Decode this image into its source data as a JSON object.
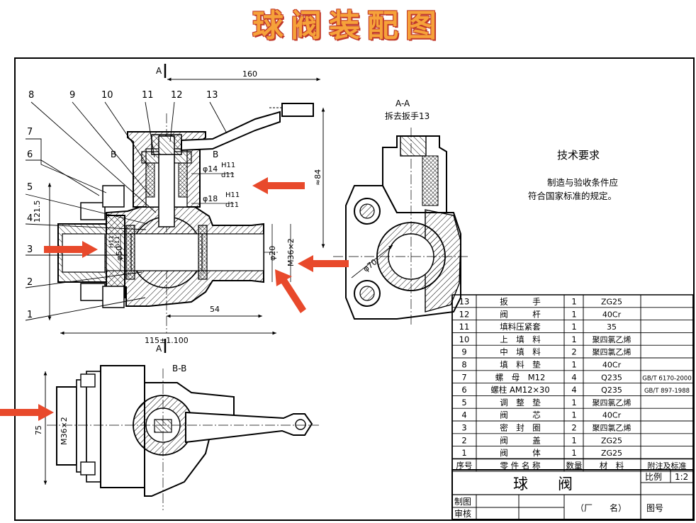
{
  "title": "球阀装配图",
  "part_refs": [
    "1",
    "2",
    "3",
    "4",
    "5",
    "6",
    "7",
    "8",
    "9",
    "10",
    "11",
    "12",
    "13"
  ],
  "dims": {
    "d160": "160",
    "d84": "≈84",
    "d121": "121.5",
    "d54": "54",
    "d115": "115±1.100",
    "d75": "75",
    "phi14": "φ14",
    "phi18": "φ18",
    "h11": "H11",
    "d11": "d11",
    "phi50": "φ50",
    "phi50fit_top": "H11",
    "phi50fit_bot": "h11",
    "phi20": "φ20",
    "m36": "M36×2",
    "phi70": "φ70"
  },
  "section_marks": {
    "a": "A",
    "b": "B",
    "aa": "A-A",
    "bb": "B-B"
  },
  "aa_note": "拆去扳手13",
  "tech": {
    "heading": "技术要求",
    "line1": "制造与验收条件应",
    "line2": "符合国家标准的规定。"
  },
  "bom": [
    {
      "no": "13",
      "name": "扳　　　手",
      "qty": "1",
      "mat": "ZG25",
      "note": ""
    },
    {
      "no": "12",
      "name": "阀　　　杆",
      "qty": "1",
      "mat": "40Cr",
      "note": ""
    },
    {
      "no": "11",
      "name": "填料压紧套",
      "qty": "1",
      "mat": "35",
      "note": ""
    },
    {
      "no": "10",
      "name": "上　填　料",
      "qty": "1",
      "mat": "聚四氯乙烯",
      "note": ""
    },
    {
      "no": "9",
      "name": "中　填　料",
      "qty": "2",
      "mat": "聚四氯乙烯",
      "note": ""
    },
    {
      "no": "8",
      "name": "填　料　垫",
      "qty": "1",
      "mat": "40Cr",
      "note": ""
    },
    {
      "no": "7",
      "name": "螺　母　M12",
      "qty": "4",
      "mat": "Q235",
      "note": "GB/T 6170-2000"
    },
    {
      "no": "6",
      "name": "螺柱 AM12×30",
      "qty": "4",
      "mat": "Q235",
      "note": "GB/T 897-1988"
    },
    {
      "no": "5",
      "name": "调　整　垫",
      "qty": "1",
      "mat": "聚四氯乙烯",
      "note": ""
    },
    {
      "no": "4",
      "name": "阀　　　芯",
      "qty": "1",
      "mat": "40Cr",
      "note": ""
    },
    {
      "no": "3",
      "name": "密　封　圈",
      "qty": "2",
      "mat": "聚四氯乙烯",
      "note": ""
    },
    {
      "no": "2",
      "name": "阀　　　盖",
      "qty": "1",
      "mat": "ZG25",
      "note": ""
    },
    {
      "no": "1",
      "name": "阀　　　体",
      "qty": "1",
      "mat": "ZG25",
      "note": ""
    }
  ],
  "bom_header": {
    "no": "序号",
    "name": "零 件 名 称",
    "qty": "数量",
    "mat": "材　料",
    "note": "附注及标准"
  },
  "title_block": {
    "name": "球　　阀",
    "scale_label": "比例",
    "scale_value": "1:2",
    "drawn": "制图",
    "checked": "审核",
    "factory": "（厂　　名）",
    "drawing_no": "图号"
  },
  "colors": {
    "arrow": "#e8492b",
    "title_fill": "#f6a23a",
    "title_stroke": "#c0392b",
    "line": "#000000"
  }
}
